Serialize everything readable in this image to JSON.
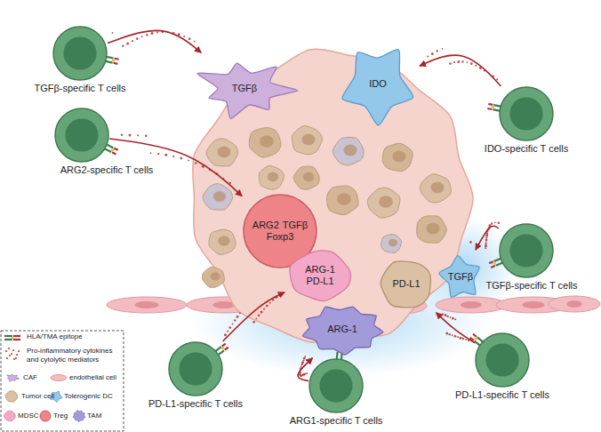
{
  "diagram": {
    "nodes": [
      {
        "text": [
          "TGFβ"
        ]
      },
      {
        "text": [
          "IDO"
        ]
      },
      {
        "text": [
          "TGFβ-specific T cells"
        ]
      },
      {
        "text": [
          "IDO-specific T cells"
        ]
      },
      {
        "text": [
          "ARG2-specific T cells"
        ]
      },
      {
        "text": [
          "ARG2",
          "TGFβ",
          "Foxp3"
        ]
      },
      {
        "text": [
          "ARG-1",
          "PD-L1"
        ]
      },
      {
        "text": [
          "PD-L1"
        ]
      },
      {
        "text": [
          "TGFβ"
        ]
      },
      {
        "text": [
          "TGFβ-specific T cells"
        ]
      },
      {
        "text": [
          "ARG-1"
        ]
      },
      {
        "text": [
          "PD-L1-specific T cells"
        ]
      },
      {
        "text": [
          "PD-L1-specific T cells"
        ]
      },
      {
        "text": [
          "ARG1-specific T cells"
        ]
      }
    ],
    "edges": [
      {
        "from": 2,
        "to": 0,
        "arrow": "to"
      },
      {
        "from": 3,
        "to": 1,
        "arrow": "to"
      },
      {
        "from": 4,
        "to": 5,
        "arrow": "to"
      },
      {
        "from": 9,
        "to": 8,
        "arrow": "to"
      },
      {
        "from": 11,
        "to": 6,
        "arrow": "to"
      },
      {
        "from": 13,
        "to": 10,
        "arrow": "to"
      },
      {
        "from": 12,
        "to": 7,
        "arrow": "to"
      }
    ],
    "legend": [
      {
        "text": "HLA/TMA epitope"
      },
      {
        "text": "Pro-inflammatory cytokines and cytolytic mediators"
      },
      {
        "text": "CAF"
      },
      {
        "text": "endothelial cell"
      },
      {
        "text": "Tumor cell"
      },
      {
        "text": "Tolerogenic DC"
      },
      {
        "text": "MDSC"
      },
      {
        "text": "Treg"
      },
      {
        "text": "TAM"
      }
    ]
  }
}
